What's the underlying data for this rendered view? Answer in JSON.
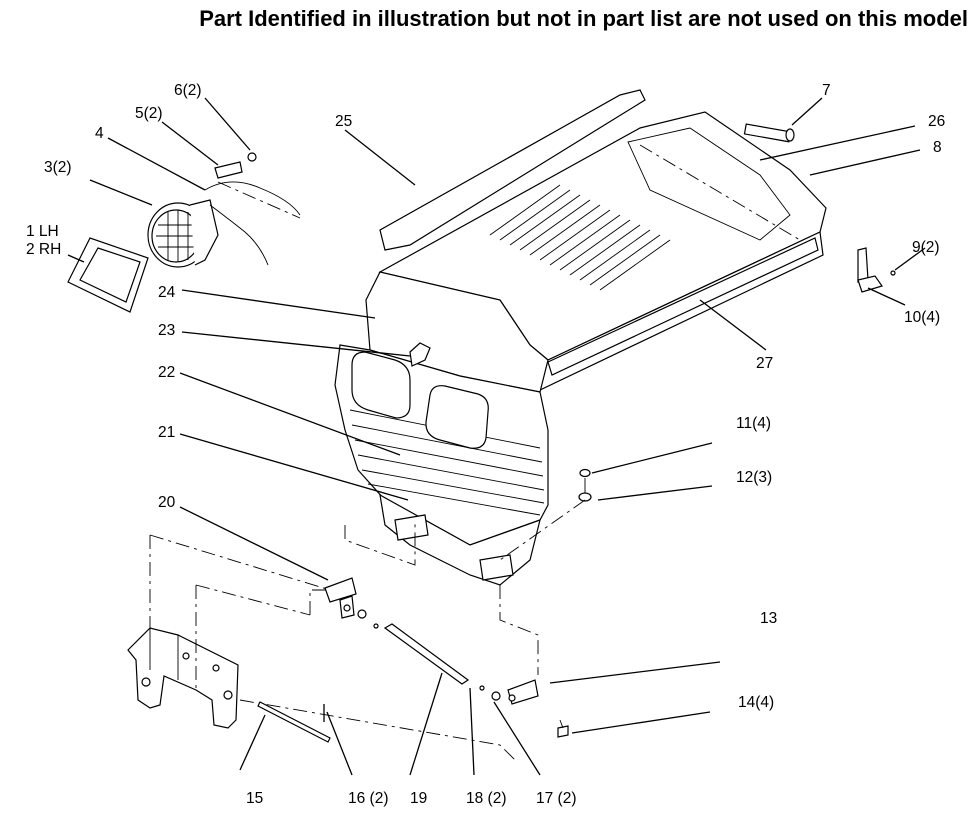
{
  "title": "Part Identified in illustration but not in part list are not used on this model",
  "callouts": {
    "c1": "1 LH",
    "c2": "2 RH",
    "c3": "3(2)",
    "c4": "4",
    "c5": "5(2)",
    "c6": "6(2)",
    "c7": "7",
    "c8": "8",
    "c9": "9(2)",
    "c10": "10(4)",
    "c11": "11(4)",
    "c12": "12(3)",
    "c13": "13",
    "c14": "14(4)",
    "c15": "15",
    "c16": "16 (2)",
    "c17": "17 (2)",
    "c18": "18 (2)",
    "c19": "19",
    "c20": "20",
    "c21": "21",
    "c22": "22",
    "c23": "23",
    "c24": "24",
    "c25": "25",
    "c26": "26",
    "c27": "27"
  }
}
